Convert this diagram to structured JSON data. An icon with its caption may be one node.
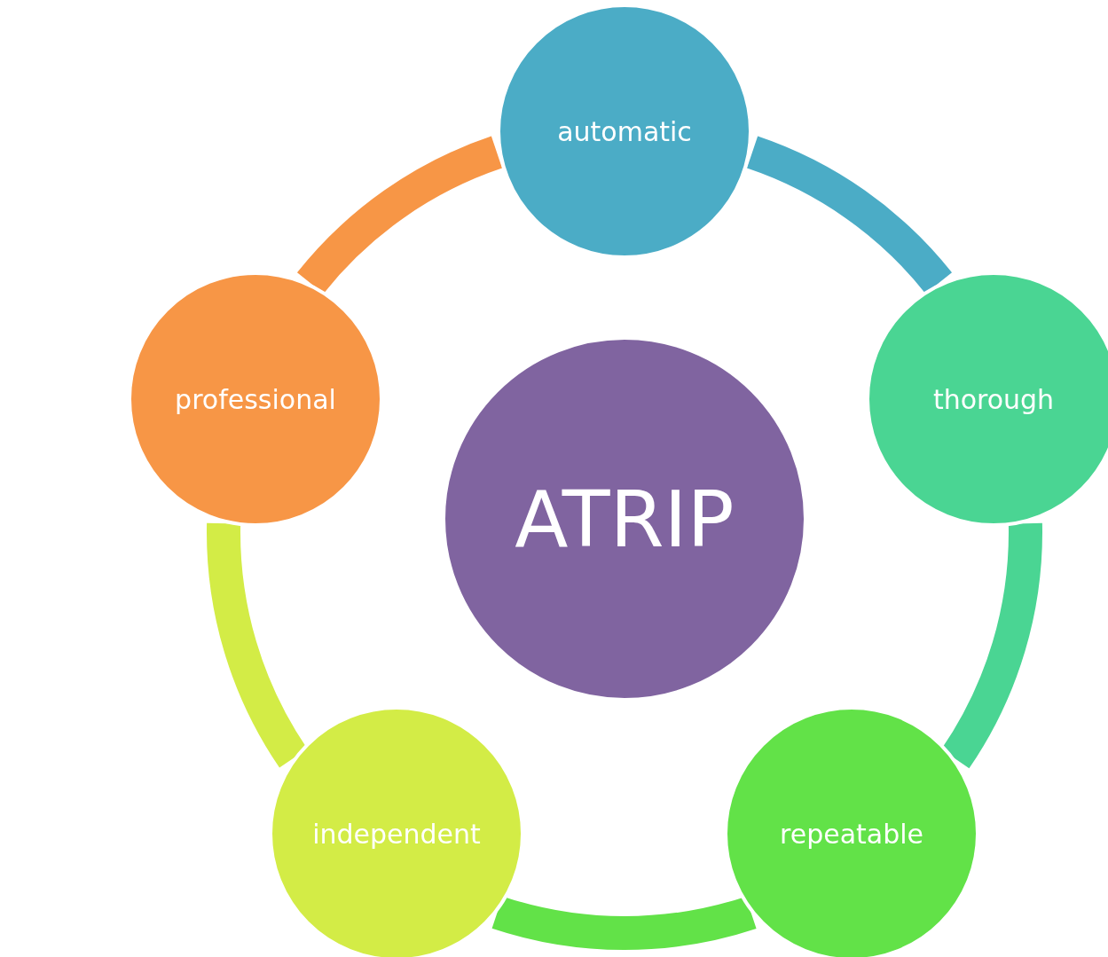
{
  "diagram": {
    "nodes": [
      {
        "text": [
          "ATRIP"
        ]
      },
      {
        "text": [
          "automatic"
        ]
      },
      {
        "text": [
          "thorough"
        ]
      },
      {
        "text": [
          "repeatable"
        ]
      },
      {
        "text": [
          "independent"
        ]
      },
      {
        "text": [
          "professional"
        ]
      }
    ],
    "edges": [
      {
        "from": 1,
        "to": 2,
        "arrow": "none",
        "color": "#4bacc6"
      },
      {
        "from": 2,
        "to": 3,
        "arrow": "none",
        "color": "#4ad593"
      },
      {
        "from": 3,
        "to": 4,
        "arrow": "none",
        "color": "#62e248"
      },
      {
        "from": 4,
        "to": 5,
        "arrow": "none",
        "color": "#d3ec46"
      },
      {
        "from": 5,
        "to": 1,
        "arrow": "none",
        "color": "#f79646"
      }
    ]
  }
}
